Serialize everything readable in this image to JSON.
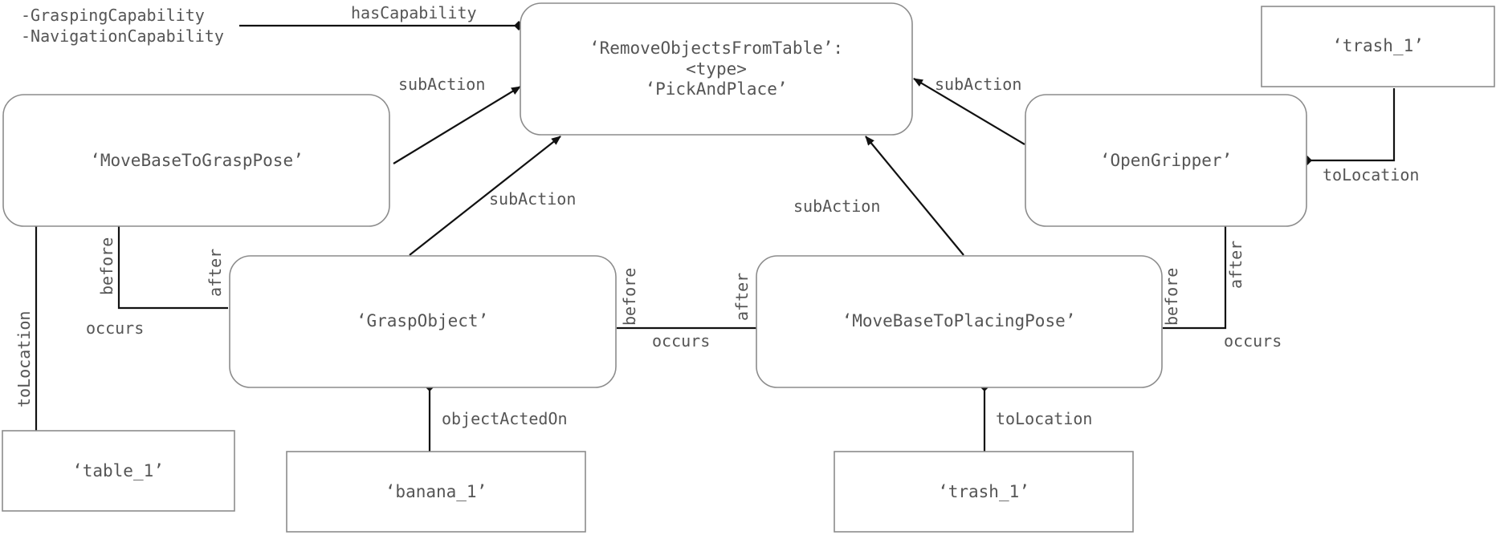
{
  "capabilities": [
    "-GraspingCapability",
    "-NavigationCapability"
  ],
  "nodes": {
    "main": {
      "line1": "‘RemoveObjectsFromTable’:",
      "line2": "<type>",
      "line3": "‘PickAndPlace’"
    },
    "move_grasp": "‘MoveBaseToGraspPose’",
    "open_gripper": "‘OpenGripper’",
    "grasp_object": "‘GraspObject’",
    "move_placing": "‘MoveBaseToPlacingPose’",
    "trash_top": "‘trash_1’",
    "table": "‘table_1’",
    "banana": "‘banana_1’",
    "trash_bottom": "‘trash_1’"
  },
  "edges": {
    "has_capability": "hasCapability",
    "sub_action_1": "subAction",
    "sub_action_2": "subAction",
    "sub_action_3": "subAction",
    "sub_action_4": "subAction",
    "to_location_trash_top": "toLocation",
    "to_location_table": "toLocation",
    "to_location_trash_bottom": "toLocation",
    "object_acted_on": "objectActedOn",
    "before_1": "before",
    "after_1": "after",
    "occurs_1": "occurs",
    "before_2": "before",
    "after_2": "after",
    "occurs_2": "occurs",
    "before_3": "before",
    "after_3": "after",
    "occurs_3": "occurs"
  }
}
